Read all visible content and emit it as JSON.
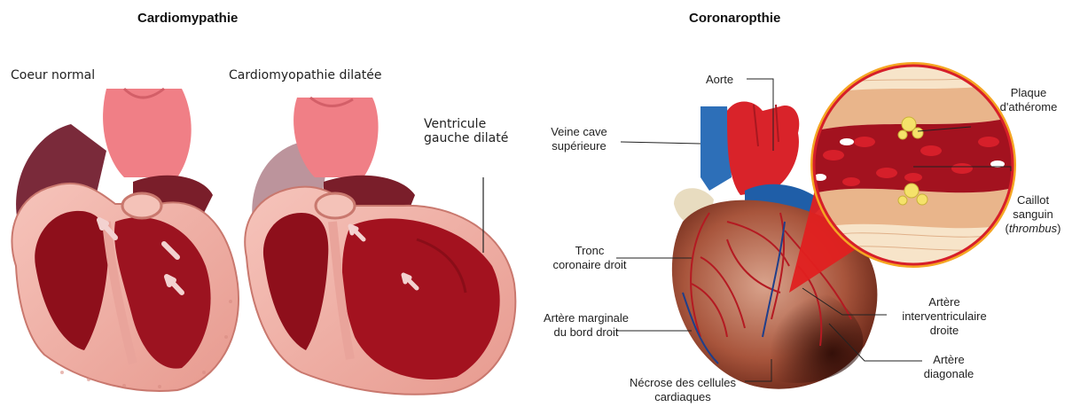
{
  "left": {
    "title": "Cardiomypathie",
    "normal_label": "Coeur normal",
    "dilated_label": "Cardiomyopathie dilatée",
    "ventricle_label_line1": "Ventricule",
    "ventricle_label_line2": "gauche dilaté"
  },
  "right": {
    "title": "Coronaropthie",
    "aorte": "Aorte",
    "veine_cave_1": "Veine cave",
    "veine_cave_2": "supérieure",
    "tronc_1": "Tronc",
    "tronc_2": "coronaire droit",
    "marginale_1": "Artère marginale",
    "marginale_2": "du bord droit",
    "necrose_1": "Nécrose des cellules",
    "necrose_2": "cardiaques",
    "plaque_1": "Plaque",
    "plaque_2": "d'athérome",
    "caillot_1": "Caillot",
    "caillot_2": "sanguin",
    "caillot_3_prefix": "(",
    "caillot_3_italic": "thrombus",
    "caillot_3_suffix": ")",
    "interv_1": "Artère",
    "interv_2": "interventriculaire",
    "interv_3": "droite",
    "diag_1": "Artère",
    "diag_2": "diagonale"
  },
  "colors": {
    "myocardium": "#c51a2a",
    "inner_cavity": "#8e0f1b",
    "wall_pink": "#f2b6ad",
    "aorta_pink": "#f07f86",
    "vein_blue": "#2d6fb8",
    "artery_red": "#d9232a",
    "necrosis": "#4a1a12",
    "plaque_yellow": "#f5e26a",
    "callout_orange": "#f5a623"
  }
}
